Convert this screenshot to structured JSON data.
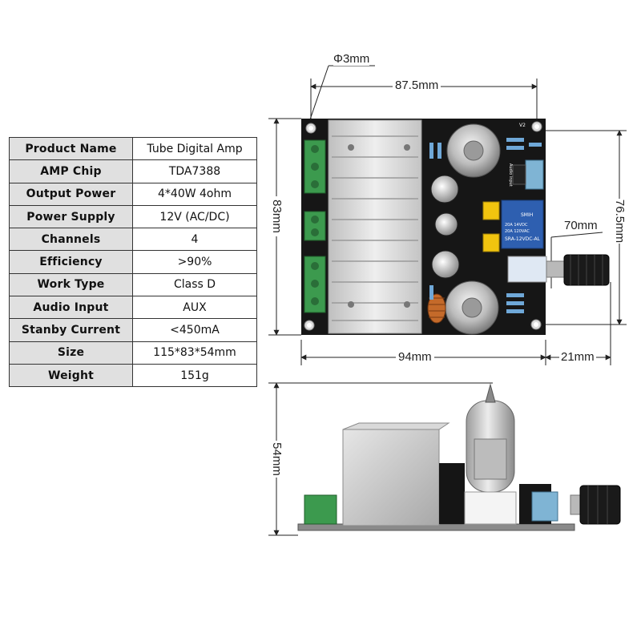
{
  "specs": [
    {
      "label": "Product Name",
      "value": "Tube  Digital  Amp"
    },
    {
      "label": "AMP Chip",
      "value": "TDA7388"
    },
    {
      "label": "Output Power",
      "value": "4*40W  4ohm"
    },
    {
      "label": "Power Supply",
      "value": "12V  (AC/DC)"
    },
    {
      "label": "Channels",
      "value": "4"
    },
    {
      "label": "Efficiency",
      "value": ">90%"
    },
    {
      "label": "Work Type",
      "value": "Class D"
    },
    {
      "label": "Audio Input",
      "value": "AUX"
    },
    {
      "label": "Stanby Current",
      "value": "<450mA"
    },
    {
      "label": "Size",
      "value": "115*83*54mm"
    },
    {
      "label": "Weight",
      "value": "151g"
    }
  ],
  "dimensions": {
    "hole": "Φ3mm",
    "top_width": "87.5mm",
    "board_height": "83mm",
    "hole_height": "76.5mm",
    "knob_height": "70mm",
    "board_width": "94mm",
    "knob_depth": "21mm",
    "total_height": "54mm"
  },
  "board_text": {
    "relay_brand": "SMIH",
    "relay_line1": "20A 14VDC",
    "relay_line2": "20A 120VAC",
    "relay_model": "SRA-12VDC-AL",
    "jack_label": "Audio input",
    "corner_label": "V2"
  },
  "colors": {
    "pcb": "#161616",
    "heatsink": "#d6d6d6",
    "terminal": "#3c9a4e",
    "relay": "#2e5fb0",
    "jack": "#7fb4d4"
  }
}
